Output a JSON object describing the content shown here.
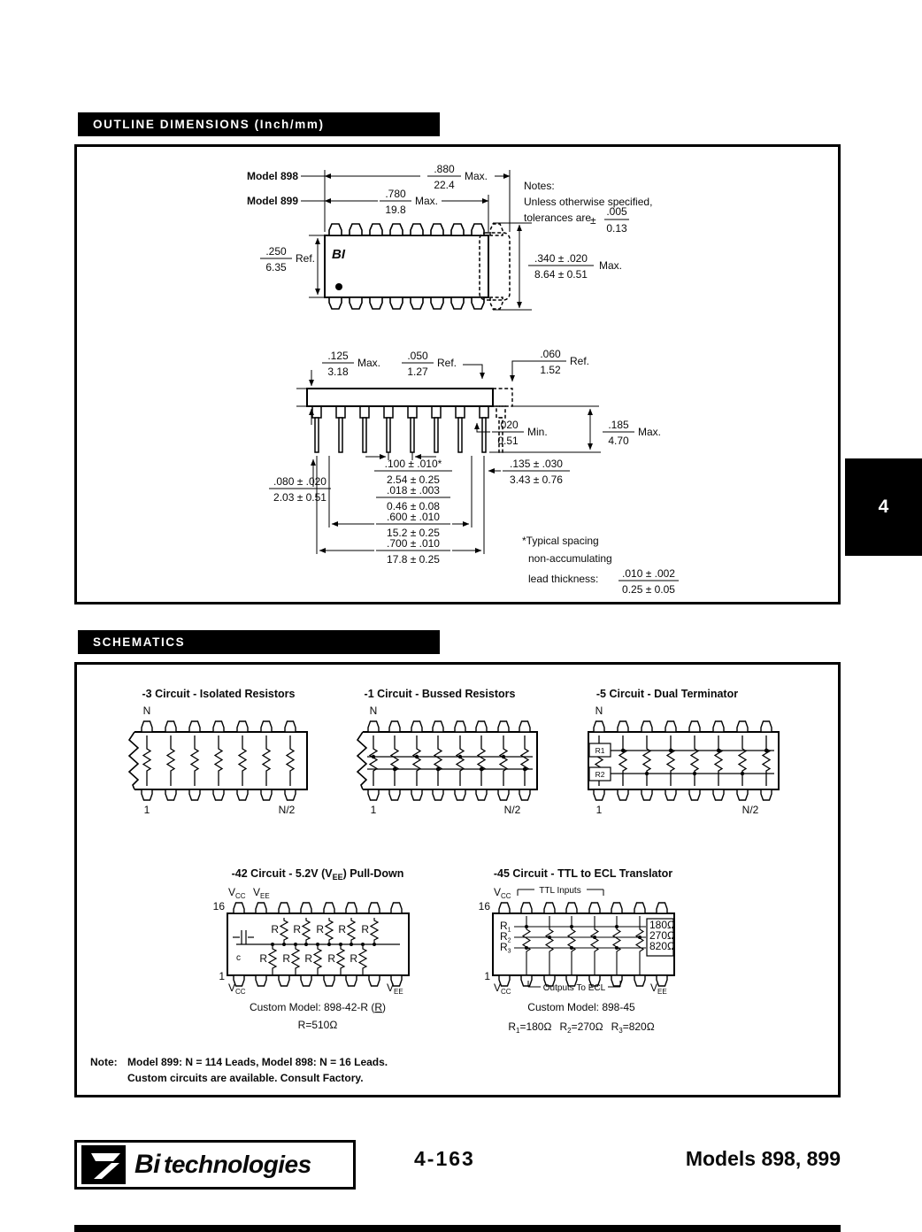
{
  "page": {
    "side_tab": "4",
    "footer": {
      "brand_b": "Bi",
      "brand_rest": "technologies",
      "page_number": "4-163",
      "models": "Models 898, 899"
    }
  },
  "outline": {
    "header": "OUTLINE DIMENSIONS (Inch/mm)",
    "model_898": "Model 898",
    "model_899": "Model 899",
    "chip_logo": "BI",
    "notes_line1": "Notes:",
    "notes_line2": "Unless otherwise specified,",
    "notes_line3": "tolerances are",
    "notes_pm": "±",
    "footnote1": "*Typical spacing",
    "footnote2": "non-accumulating",
    "lead_thickness_label": "lead thickness:",
    "dims": {
      "d880": {
        "num": ".880",
        "den": "22.4",
        "suffix": "Max."
      },
      "d780": {
        "num": ".780",
        "den": "19.8",
        "suffix": "Max."
      },
      "tol": {
        "num": ".005",
        "den": "0.13"
      },
      "d250": {
        "num": ".250",
        "den": "6.35",
        "suffix": "Ref."
      },
      "d340": {
        "num": ".340 ± .020",
        "den": "8.64 ± 0.51",
        "suffix": "Max."
      },
      "d125": {
        "num": ".125",
        "den": "3.18",
        "suffix": "Max."
      },
      "d050": {
        "num": ".050",
        "den": "1.27",
        "suffix": "Ref."
      },
      "d060": {
        "num": ".060",
        "den": "1.52",
        "suffix": "Ref."
      },
      "d020": {
        "num": ".020",
        "den": "0.51",
        "suffix": "Min."
      },
      "d185": {
        "num": ".185",
        "den": "4.70",
        "suffix": "Max."
      },
      "d100": {
        "num": ".100 ± .010*",
        "den": "2.54 ± 0.25"
      },
      "d018": {
        "num": ".018 ± .003",
        "den": "0.46 ± 0.08"
      },
      "d600": {
        "num": ".600 ± .010",
        "den": "15.2 ± 0.25"
      },
      "d700": {
        "num": ".700 ± .010",
        "den": "17.8 ± 0.25"
      },
      "d080": {
        "num": ".080 ± .020",
        "den": "2.03 ± 0.51"
      },
      "d135": {
        "num": ".135 ± .030",
        "den": "3.43 ± 0.76"
      },
      "lead_thickness": {
        "num": ".010 ± .002",
        "den": "0.25 ± 0.05"
      }
    }
  },
  "schematics": {
    "header": "SCHEMATICS",
    "c3": {
      "title": "-3 Circuit - Isolated Resistors",
      "n": "N",
      "one": "1",
      "n2": "N/2"
    },
    "c1": {
      "title": "-1 Circuit - Bussed Resistors",
      "n": "N",
      "one": "1",
      "n2": "N/2"
    },
    "c5": {
      "title": "-5 Circuit - Dual Terminator",
      "n": "N",
      "one": "1",
      "n2": "N/2",
      "r1": "R1",
      "r2": "R2"
    },
    "c42": {
      "title_pre": "-42 Circuit - 5.2V (V",
      "title_sub": "EE",
      "title_post": ") Pull-Down",
      "pin16": "16",
      "pin1": "1",
      "v": "V",
      "cc": "CC",
      "ee": "EE",
      "cap": "c",
      "r": "R",
      "caption1_pre": "Custom Model: 898-42-R (",
      "caption1_r": "R",
      "caption1_post": ")",
      "caption2": "R=510Ω"
    },
    "c45": {
      "title": "-45 Circuit - TTL to ECL Translator",
      "ttl_inputs": "TTL Inputs",
      "outputs": "Outputs To ECL",
      "pin16": "16",
      "pin1": "1",
      "v": "V",
      "cc": "CC",
      "ee": "EE",
      "rbase": "R",
      "rs1": "1",
      "rs2": "2",
      "rs3": "3",
      "res1": "180Ω",
      "res2": "270Ω",
      "res3": "820Ω",
      "val1": "=180Ω",
      "val2": "=270Ω",
      "val3": "=820Ω",
      "caption1": "Custom Model: 898-45"
    },
    "note_label": "Note:",
    "note_line1": "Model 899: N = 114 Leads, Model 898: N = 16 Leads.",
    "note_line2": "Custom circuits are available.  Consult Factory."
  }
}
